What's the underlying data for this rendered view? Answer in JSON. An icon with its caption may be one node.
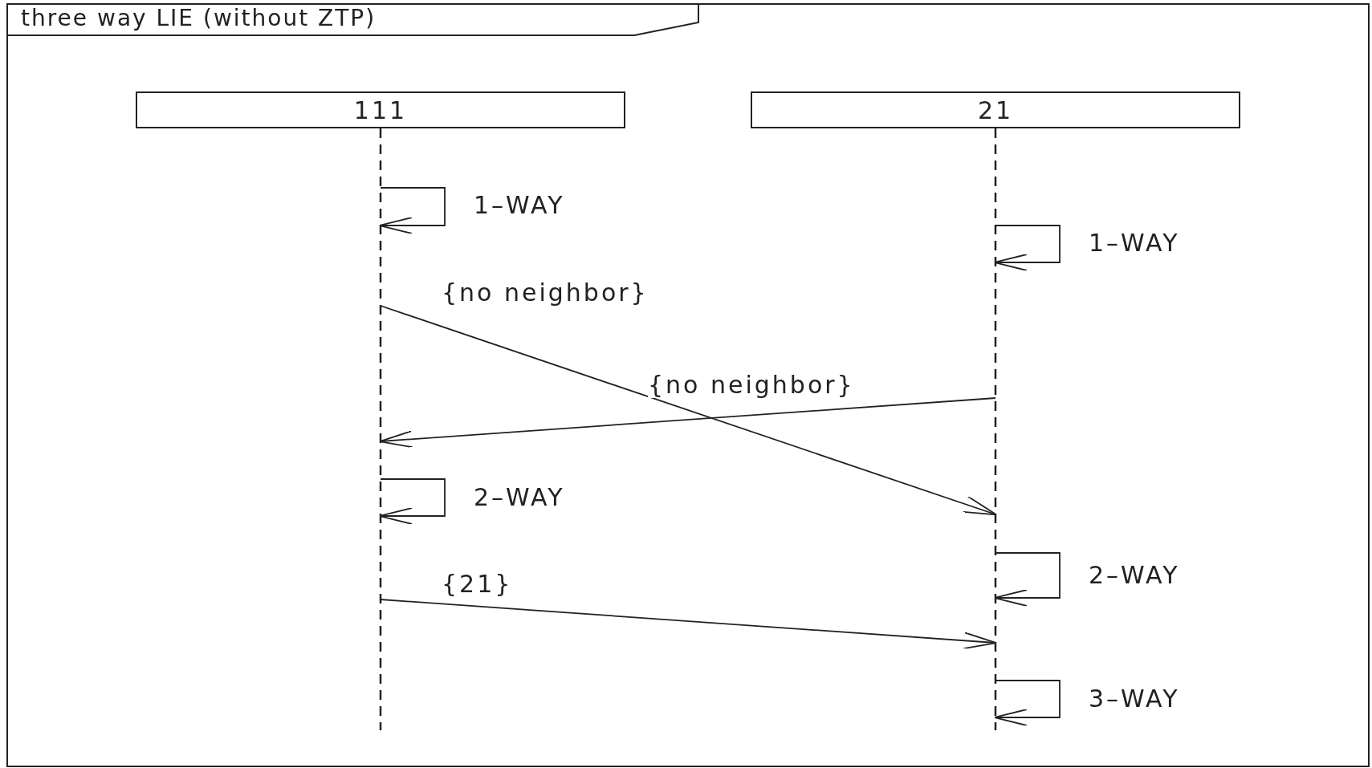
{
  "diagram": {
    "title": "three way LIE (without ZTP)",
    "nodes": [
      {
        "text": [
          "111"
        ]
      },
      {
        "text": [
          "21"
        ]
      }
    ],
    "edges": [
      {
        "from": 0,
        "to": 0,
        "arrow": "to",
        "label": "1–WAY"
      },
      {
        "from": 1,
        "to": 1,
        "arrow": "to",
        "label": "1–WAY"
      },
      {
        "from": 0,
        "to": 1,
        "arrow": "to",
        "label": "{no neighbor}"
      },
      {
        "from": 1,
        "to": 0,
        "arrow": "to",
        "label": "{no neighbor}"
      },
      {
        "from": 0,
        "to": 0,
        "arrow": "to",
        "label": "2–WAY"
      },
      {
        "from": 1,
        "to": 1,
        "arrow": "to",
        "label": "2–WAY"
      },
      {
        "from": 0,
        "to": 1,
        "arrow": "to",
        "label": "{21}"
      },
      {
        "from": 1,
        "to": 1,
        "arrow": "to",
        "label": "3–WAY"
      }
    ]
  }
}
